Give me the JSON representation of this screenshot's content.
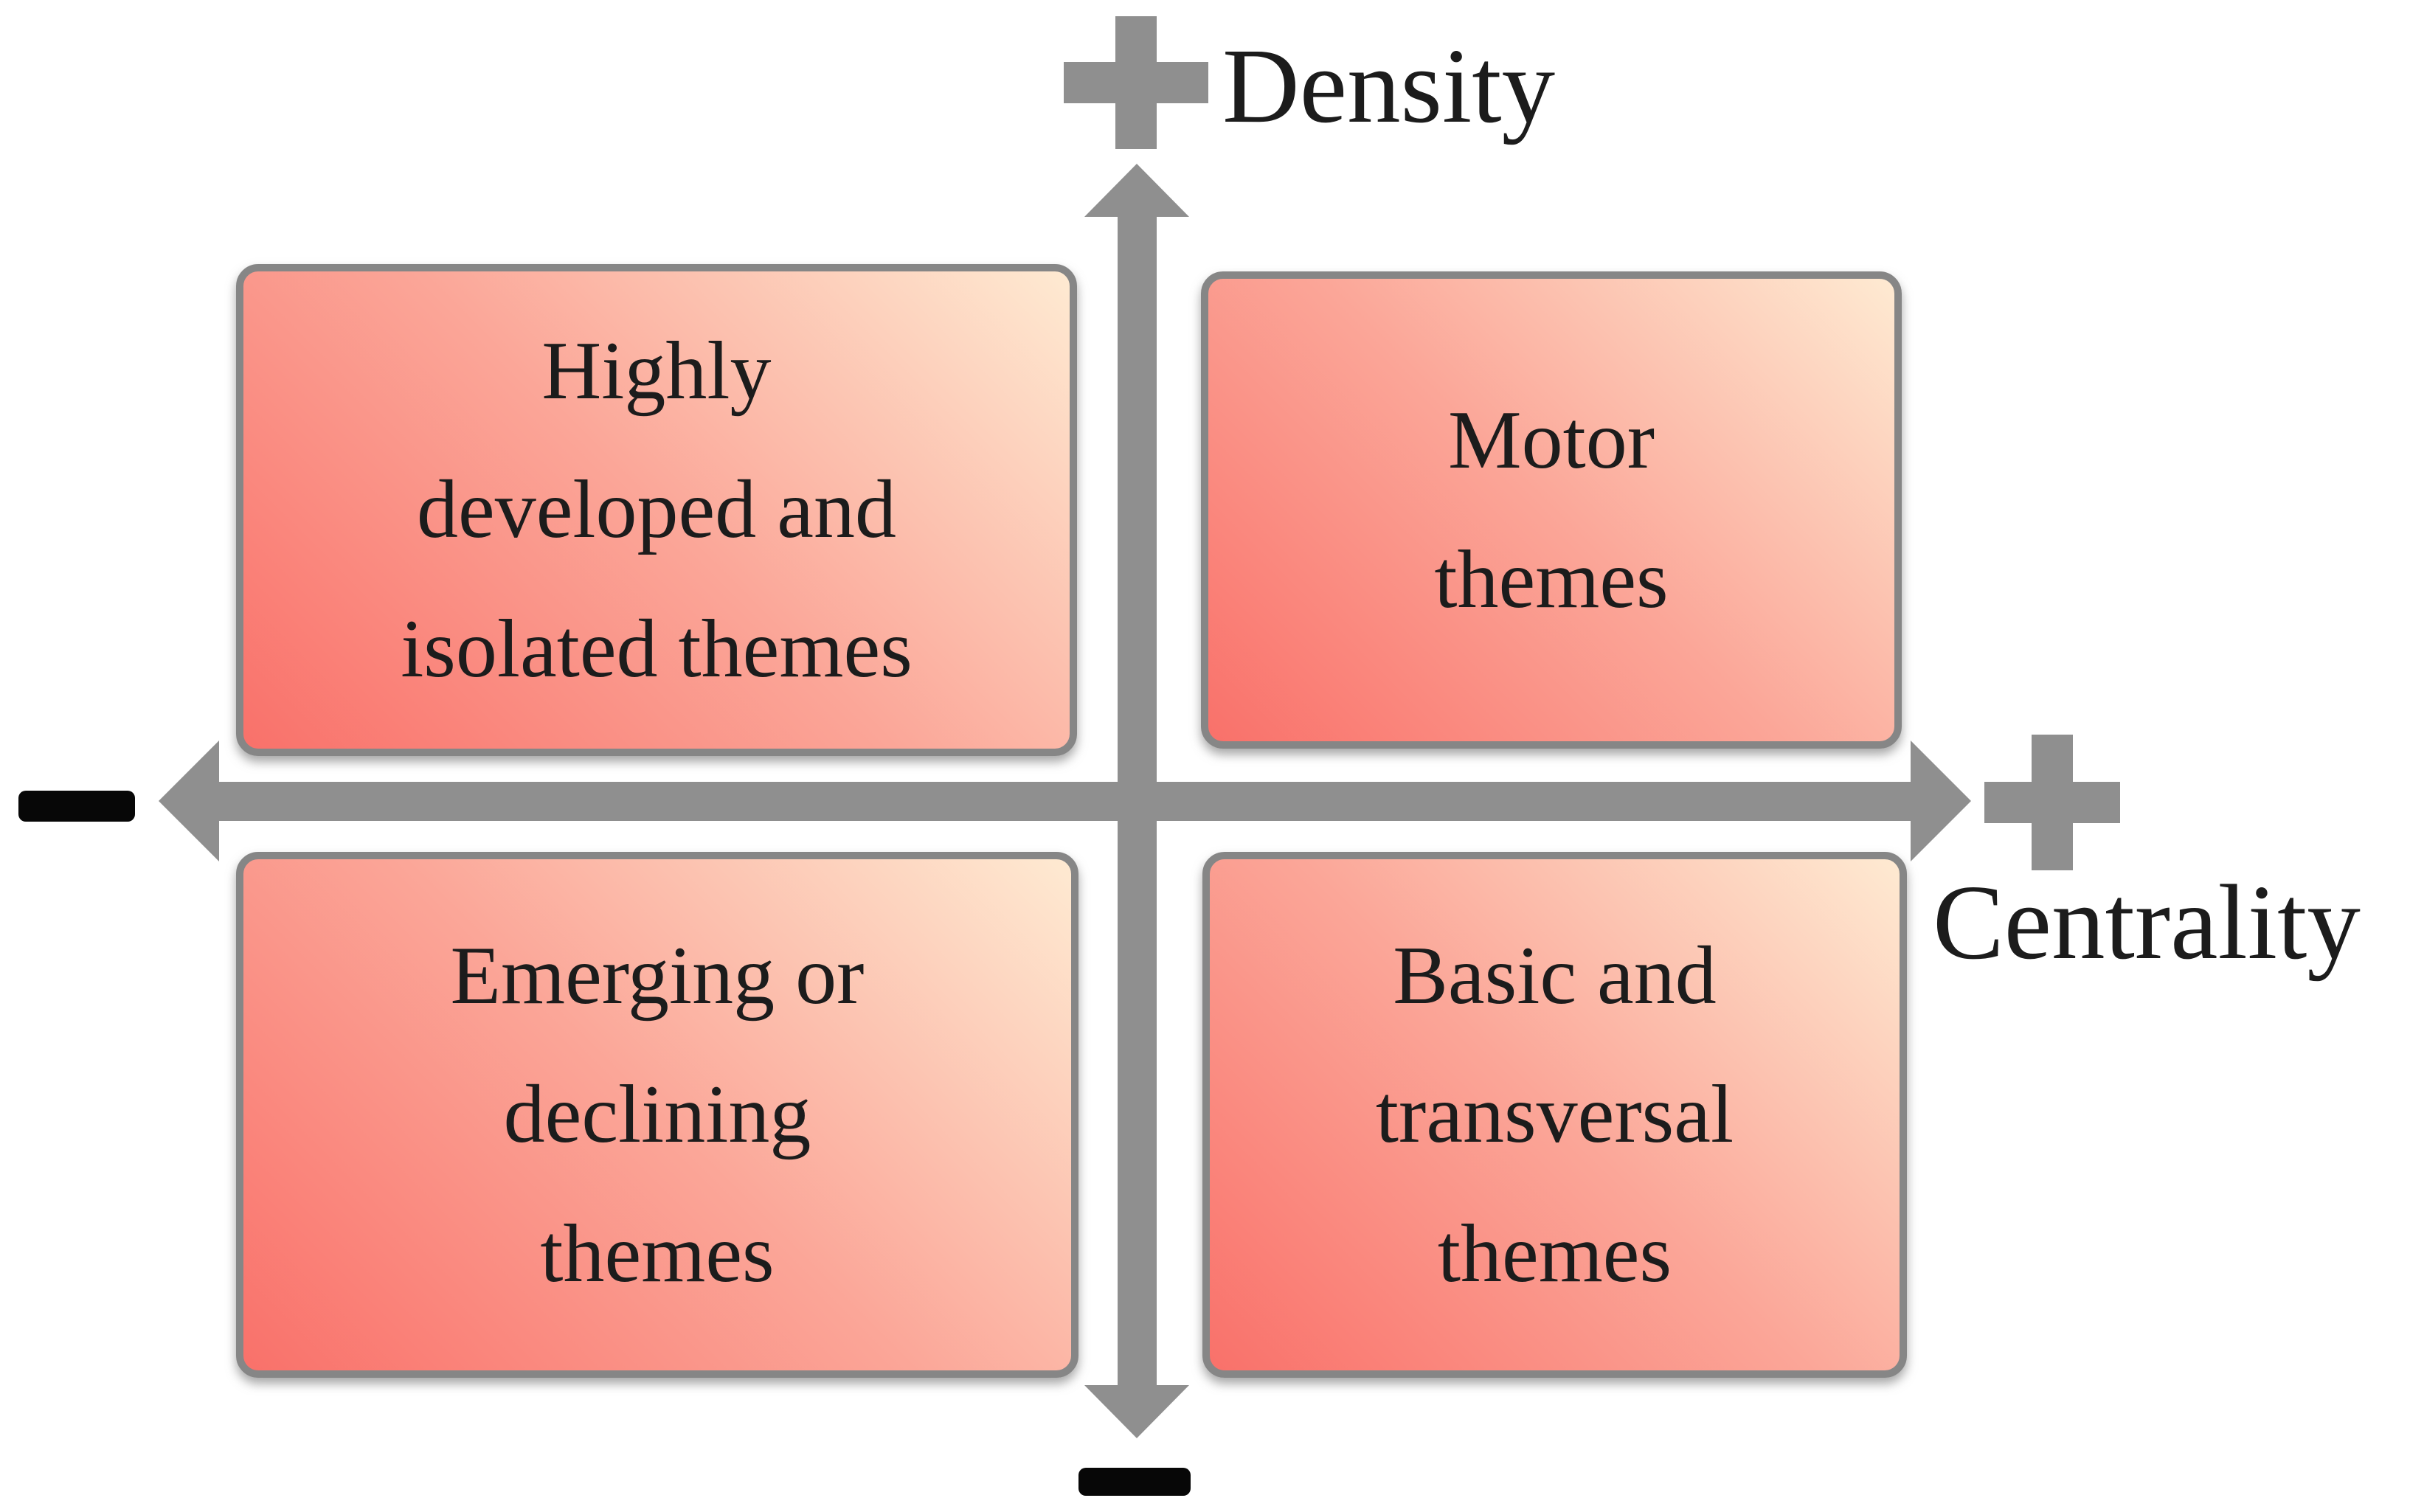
{
  "axes": {
    "vertical": {
      "label": "Density",
      "positive_sign": "+",
      "negative_sign": "−",
      "positive_icon": "plus-icon",
      "negative_icon": "minus-icon"
    },
    "horizontal": {
      "label": "Centrality",
      "positive_sign": "+",
      "negative_sign": "−",
      "positive_icon": "plus-icon",
      "negative_icon": "minus-icon"
    }
  },
  "quadrants": {
    "top_left": {
      "text": "Highly\ndeveloped and\nisolated themes"
    },
    "top_right": {
      "text": "Motor\nthemes"
    },
    "bottom_left": {
      "text": "Emerging or\ndeclining\nthemes"
    },
    "bottom_right": {
      "text": "Basic and\ntransversal\nthemes"
    }
  },
  "colors": {
    "axis_gray": "#8f8f8f",
    "box_border": "#868686",
    "gradient_start": "#f9716a",
    "gradient_mid": "#fba698",
    "gradient_end": "#feead2",
    "text": "#1c1c1c",
    "minus_black": "#070707",
    "background": "#ffffff"
  }
}
